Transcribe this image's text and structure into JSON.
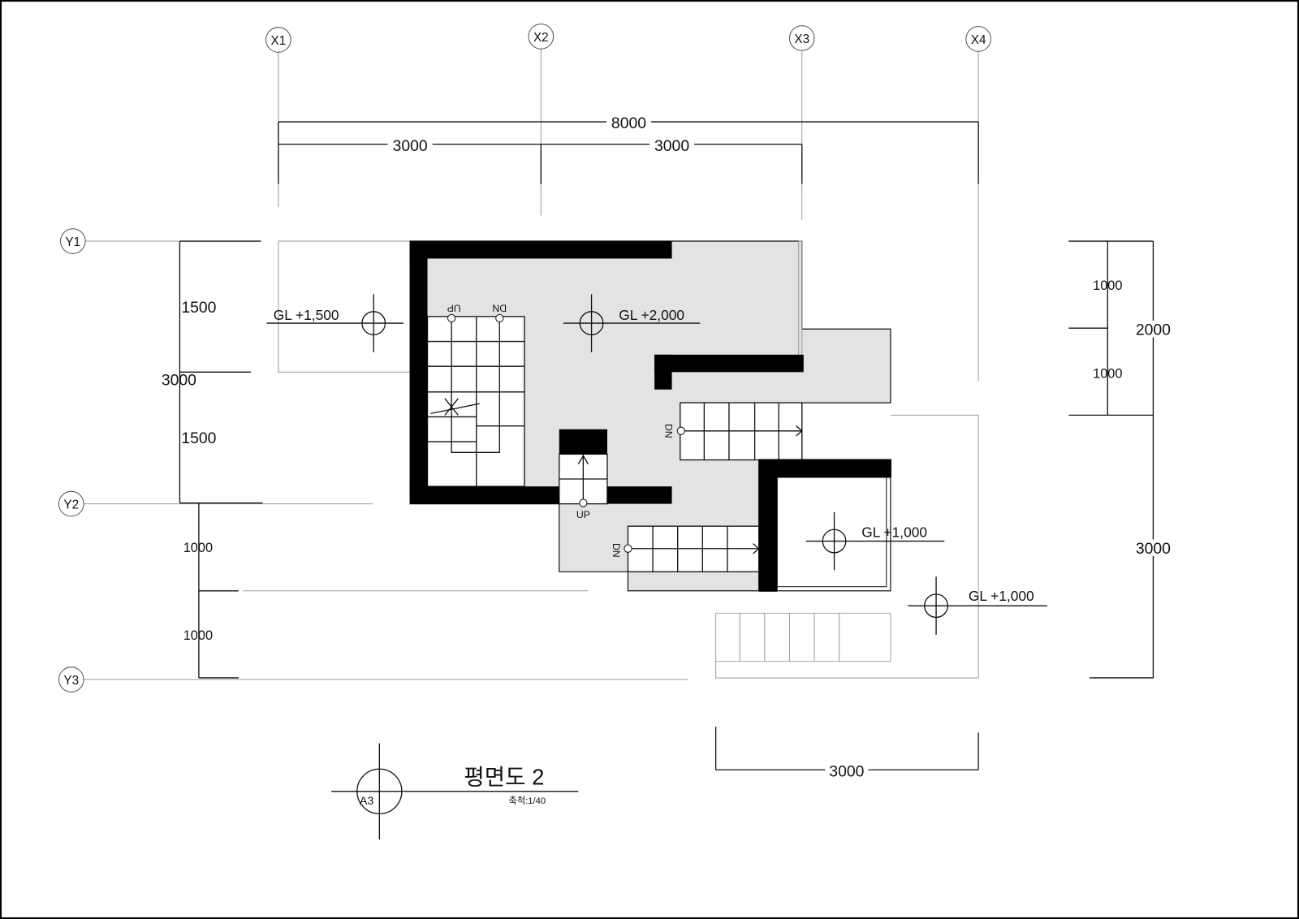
{
  "grid": {
    "x": [
      "X1",
      "X2",
      "X3",
      "X4"
    ],
    "y": [
      "Y1",
      "Y2",
      "Y3"
    ]
  },
  "dimensions": {
    "top_total": "8000",
    "top_x1_x2": "3000",
    "top_x2_x3": "3000",
    "left_upper_a": "1500",
    "left_upper_total": "3000",
    "left_upper_b": "1500",
    "left_lower_a": "1000",
    "left_lower_b": "1000",
    "right_a": "1000",
    "right_b": "1000",
    "right_total_upper": "2000",
    "right_total_lower": "3000",
    "bottom": "3000"
  },
  "levels": [
    "GL +1,500",
    "GL +2,000",
    "GL +1,000",
    "GL +1,000"
  ],
  "stair_labels": {
    "left_up": "UP",
    "left_dn": "DN",
    "right_dn": "DN",
    "bottom_dn": "DN",
    "center_up": "UP"
  },
  "title": {
    "name": "평면도 2",
    "scale": "축척:1/40",
    "sheet_ref": "A3"
  }
}
